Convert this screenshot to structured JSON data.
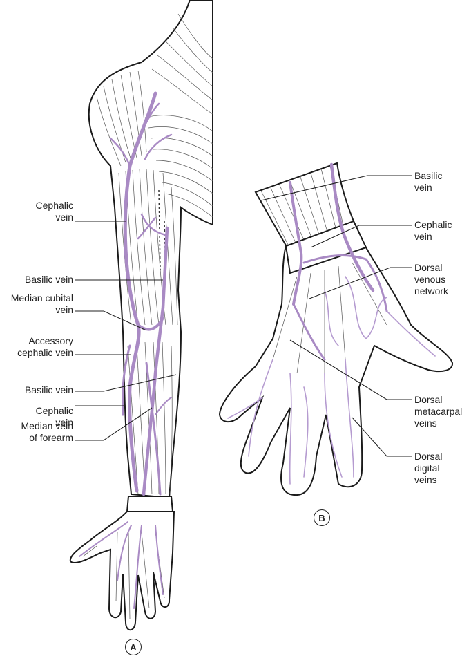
{
  "colors": {
    "vein": "#a98ac4",
    "outline": "#1a1a1a",
    "background": "#ffffff"
  },
  "panelA": {
    "badge": "A",
    "labels": {
      "cephalic_vein_upper": "Cephalic\nvein",
      "basilic_vein_upper": "Basilic vein",
      "median_cubital_vein": "Median cubital\nvein",
      "accessory_cephalic_vein": "Accessory\ncephalic vein",
      "basilic_vein_lower": "Basilic vein",
      "cephalic_vein_lower": "Cephalic\nvein",
      "median_vein_forearm": "Median vein\nof forearm"
    }
  },
  "panelB": {
    "badge": "B",
    "labels": {
      "basilic_vein": "Basilic\nvein",
      "cephalic_vein": "Cephalic\nvein",
      "dorsal_venous_network": "Dorsal\nvenous\nnetwork",
      "dorsal_metacarpal_veins": "Dorsal\nmetacarpal\nveins",
      "dorsal_digital_veins": "Dorsal\ndigital\nveins"
    }
  }
}
